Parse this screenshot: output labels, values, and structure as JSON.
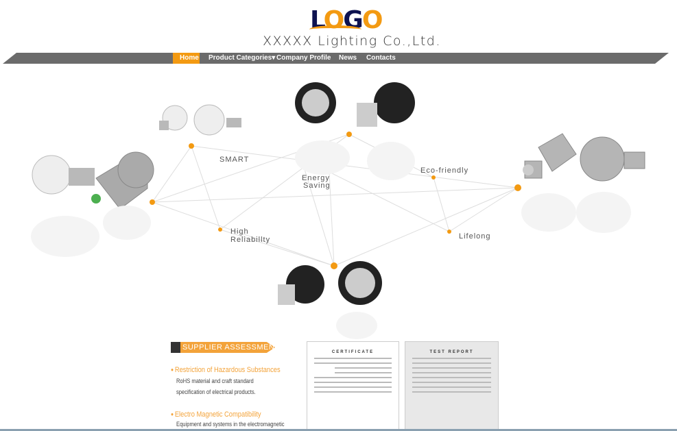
{
  "header": {
    "logo_text": "LOGO",
    "company": "XXXXX Lighting Co.,Ltd."
  },
  "nav": {
    "items": [
      {
        "label": "Home",
        "active": true
      },
      {
        "label": "Product Categories▾"
      },
      {
        "label": "Company Profile"
      },
      {
        "label": "News"
      },
      {
        "label": "Contacts"
      }
    ]
  },
  "features": {
    "smart": "SMART",
    "energy1": "Energy",
    "energy2": "Saving",
    "eco": "Eco-friendly",
    "rel1": "High",
    "rel2": "Reliabillty",
    "life": "Lifelong"
  },
  "supplier": {
    "title": "SUPPLIER ASSESSMENT",
    "items": [
      {
        "heading": "Restriction of Hazardous  Substances",
        "lines": [
          "RoHS  material and craft standard",
          "specification of electrical products."
        ]
      },
      {
        "heading": "Electro Magnetic  Compatibility",
        "lines": [
          "Equipment and systems in the electromagnetic"
        ]
      }
    ],
    "docs": {
      "cert_title": "CERTIFICATE",
      "report_title": "TEST REPORT"
    }
  },
  "colors": {
    "accent": "#f39a12",
    "nav": "#6b6b6b",
    "logo_dark": "#0d1250"
  }
}
